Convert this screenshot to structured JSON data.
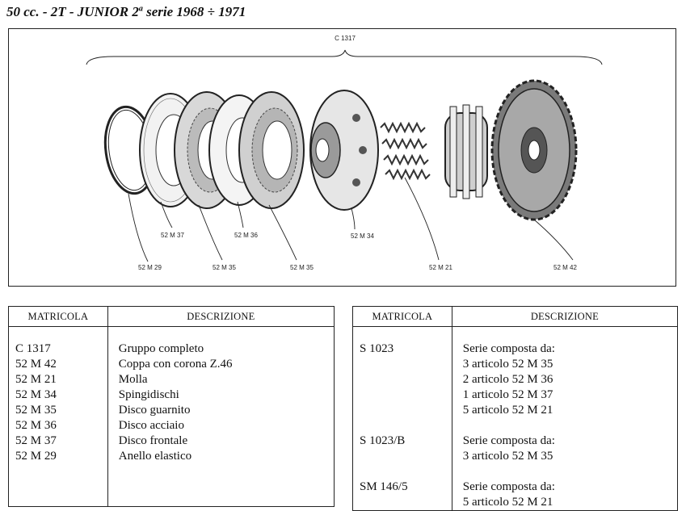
{
  "header": {
    "title_main": "50 cc. - 2T - JUNIOR 2",
    "title_sup": "a",
    "title_tail": " serie 1968 ÷ 1971"
  },
  "figure": {
    "assembly_code": "C 1317",
    "labels": {
      "p29": "52 M 29",
      "p37": "52 M 37",
      "p35a": "52 M 35",
      "p36": "52 M 36",
      "p35b": "52 M 35",
      "p34": "52 M 34",
      "p21": "52 M 21",
      "p42": "52 M 42"
    }
  },
  "table_left": {
    "col_code": "MATRICOLA",
    "col_desc": "DESCRIZIONE",
    "rows": [
      {
        "code": "C 1317",
        "desc": "Gruppo completo"
      },
      {
        "code": "52 M 42",
        "desc": "Coppa con corona Z.46"
      },
      {
        "code": "52 M 21",
        "desc": "Molla"
      },
      {
        "code": "52 M 34",
        "desc": "Spingidischi"
      },
      {
        "code": "52 M 35",
        "desc": "Disco guarnito"
      },
      {
        "code": "52 M 36",
        "desc": "Disco acciaio"
      },
      {
        "code": "52 M 37",
        "desc": "Disco frontale"
      },
      {
        "code": "52 M 29",
        "desc": "Anello elastico"
      }
    ]
  },
  "table_right": {
    "col_code": "MATRICOLA",
    "col_desc": "DESCRIZIONE",
    "groups": [
      {
        "code": "S 1023",
        "lines": [
          "Serie composta da:",
          "3 articolo 52 M 35",
          "2 articolo 52 M 36",
          "1 articolo 52 M 37",
          "5 articolo 52 M 21"
        ]
      },
      {
        "code": "S 1023/B",
        "lines": [
          "Serie composta da:",
          "3 articolo 52 M 35"
        ]
      },
      {
        "code": "SM 146/5",
        "lines": [
          "Serie composta da:",
          "5 articolo 52 M 21"
        ]
      }
    ]
  }
}
